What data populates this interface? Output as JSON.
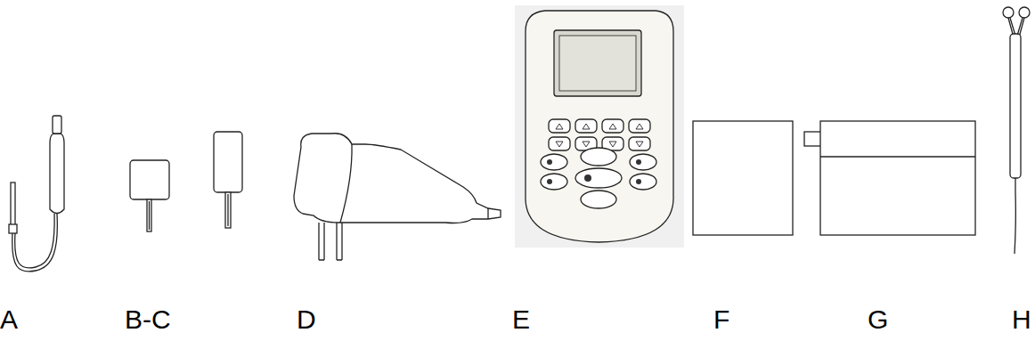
{
  "diagram": {
    "labels": [
      "A",
      "B-C",
      "D",
      "E",
      "F",
      "G",
      "H"
    ]
  }
}
